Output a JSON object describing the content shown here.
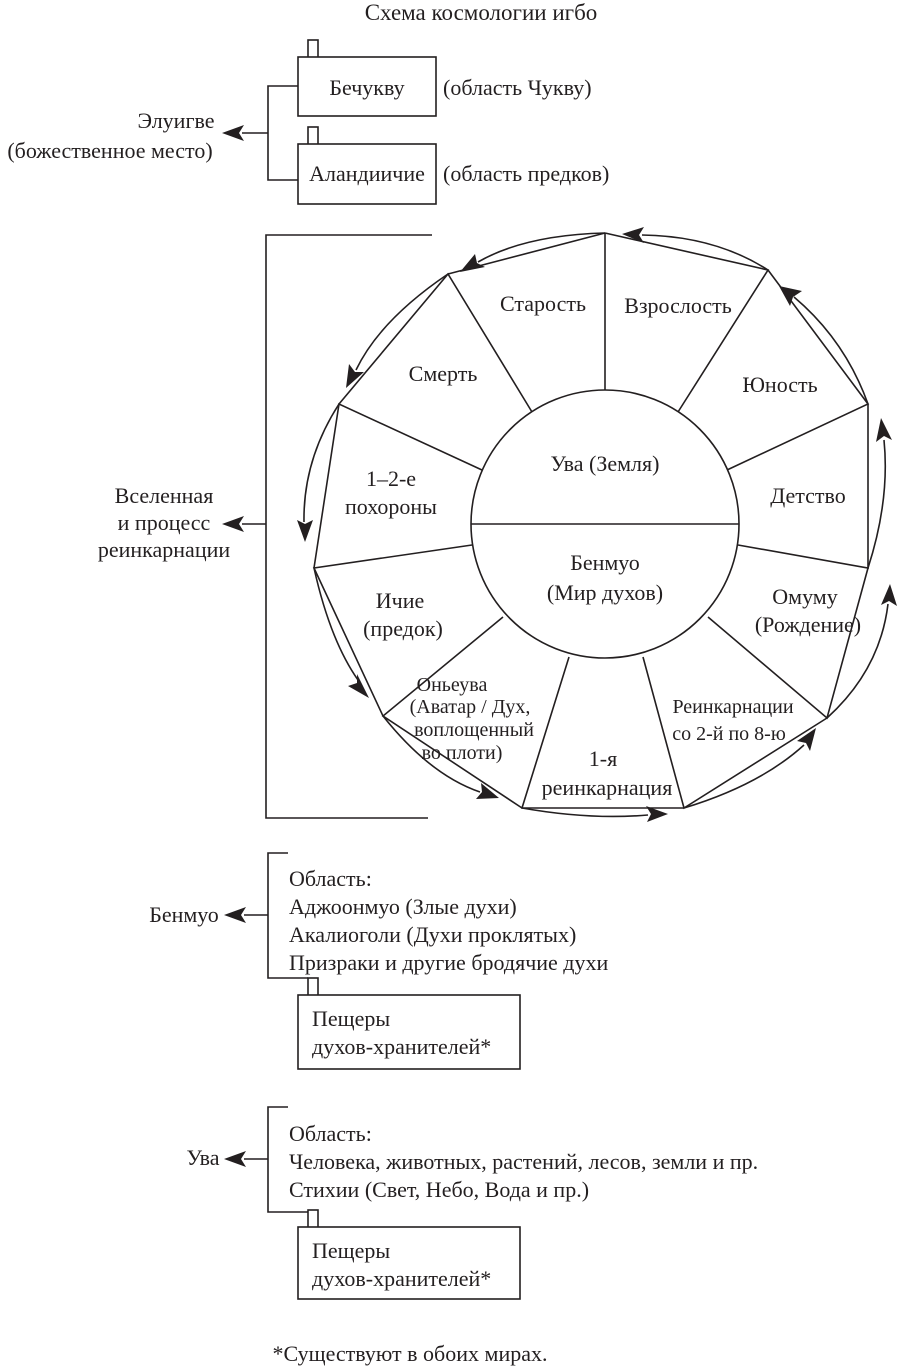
{
  "title": "Схема космологии игбо",
  "top": {
    "eluigwe": [
      "Элуигве",
      "(божественное место)"
    ],
    "boxes": [
      {
        "label": "Бечукву",
        "note": "(область Чукву)"
      },
      {
        "label": "Аландиичие",
        "note": "(область предков)"
      }
    ]
  },
  "wheel": {
    "side_label": [
      "Вселенная",
      "и процесс",
      "реинкарнации"
    ],
    "center_top": "Ува (Земля)",
    "center_bottom": [
      "Бенмуо",
      "(Мир духов)"
    ],
    "segments": [
      {
        "id": "vzroslost",
        "lines": [
          "Взрослость"
        ]
      },
      {
        "id": "yunost",
        "lines": [
          "Юность"
        ]
      },
      {
        "id": "detstvo",
        "lines": [
          "Детство"
        ]
      },
      {
        "id": "omumu",
        "lines": [
          "Омуму",
          "(Рождение)"
        ]
      },
      {
        "id": "reinkarnatsii",
        "lines": [
          "Реинкарнации",
          "со 2-й по 8-ю"
        ]
      },
      {
        "id": "pervaya",
        "lines": [
          "1-я",
          "реинкарнация"
        ]
      },
      {
        "id": "onyeuva",
        "lines": [
          "Оньеува",
          "(Аватар / Дух,",
          "воплощенный",
          "во плоти)"
        ]
      },
      {
        "id": "ichie",
        "lines": [
          "Ичие",
          "(предок)"
        ]
      },
      {
        "id": "pokhorony",
        "lines": [
          "1–2-е",
          "похороны"
        ]
      },
      {
        "id": "smert",
        "lines": [
          "Смерть"
        ]
      },
      {
        "id": "starost",
        "lines": [
          "Старость"
        ]
      }
    ]
  },
  "benmuo_section": {
    "label": "Бенмуо",
    "lines": [
      "Область:",
      "Аджоонмуо (Злые духи)",
      "Акалиоголи (Духи проклятых)",
      "Призраки и другие бродячие духи"
    ],
    "box": [
      "Пещеры",
      "духов-хранителей*"
    ]
  },
  "uva_section": {
    "label": "Ува",
    "lines": [
      "Область:",
      "Человека, животных, растений, лесов, земли и пр.",
      "Стихии (Свет, Небо, Вода и пр.)"
    ],
    "box": [
      "Пещеры",
      "духов-хранителей*"
    ]
  },
  "footnote": "*Существуют в обоих мирах."
}
